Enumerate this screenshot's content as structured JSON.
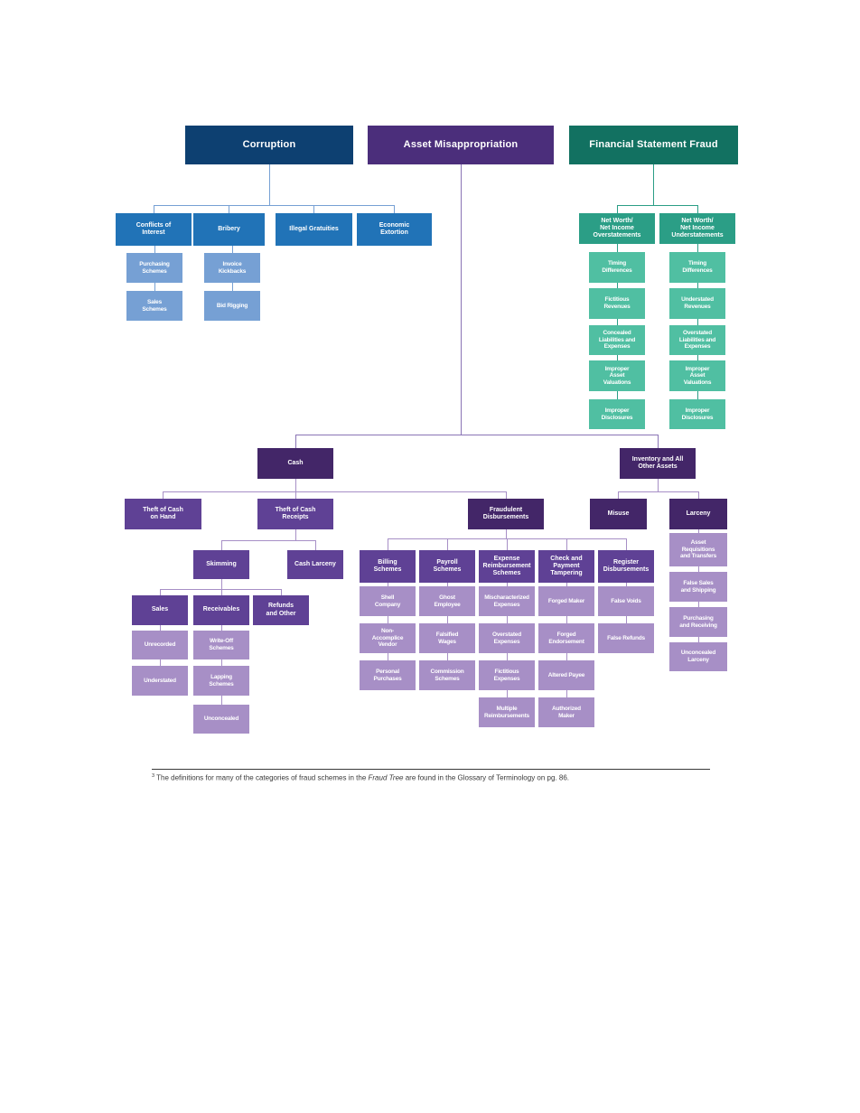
{
  "palette": {
    "corruption_header": "#0d4071",
    "corruption_level2_blue": "#2173b7",
    "corruption_level3_blue": "#76a0d4",
    "asset_misappropriation_header": "#4b2e7b",
    "purple_dark": "#432668",
    "purple_mid": "#5f4195",
    "purple_light": "#a78fc6",
    "financial_statement_fraud_header": "#127161",
    "teal_mid": "#2b9e86",
    "teal_light": "#50bfa2",
    "connector_blue": "#76a0d4",
    "connector_teal": "#2b9e86",
    "connector_purple_light": "#a78fc6",
    "connector_purple_main": "#8a74b5",
    "footnote_text": "#3a3a3a"
  },
  "tree": {
    "corruption": {
      "label": "Corruption",
      "children": [
        {
          "label": "Conflicts of\nInterest",
          "children": [
            {
              "label": "Purchasing\nSchemes"
            },
            {
              "label": "Sales\nSchemes"
            }
          ]
        },
        {
          "label": "Bribery",
          "children": [
            {
              "label": "Invoice\nKickbacks"
            },
            {
              "label": "Bid Rigging"
            }
          ]
        },
        {
          "label": "Illegal Gratuities"
        },
        {
          "label": "Economic\nExtortion"
        }
      ]
    },
    "asset_misappropriation": {
      "label": "Asset Misappropriation",
      "children": [
        {
          "label": "Cash",
          "children": [
            {
              "label": "Theft of Cash\non Hand"
            },
            {
              "label": "Theft of Cash\nReceipts",
              "children": [
                {
                  "label": "Skimming",
                  "children": [
                    {
                      "label": "Sales",
                      "children": [
                        {
                          "label": "Unrecorded"
                        },
                        {
                          "label": "Understated"
                        }
                      ]
                    },
                    {
                      "label": "Receivables",
                      "children": [
                        {
                          "label": "Write-Off\nSchemes"
                        },
                        {
                          "label": "Lapping\nSchemes"
                        },
                        {
                          "label": "Unconcealed"
                        }
                      ]
                    },
                    {
                      "label": "Refunds\nand Other"
                    }
                  ]
                },
                {
                  "label": "Cash Larceny"
                }
              ]
            },
            {
              "label": "Fraudulent\nDisbursements",
              "children": [
                {
                  "label": "Billing\nSchemes",
                  "children": [
                    {
                      "label": "Shell\nCompany"
                    },
                    {
                      "label": "Non-\nAccomplice\nVendor"
                    },
                    {
                      "label": "Personal\nPurchases"
                    }
                  ]
                },
                {
                  "label": "Payroll\nSchemes",
                  "children": [
                    {
                      "label": "Ghost\nEmployee"
                    },
                    {
                      "label": "Falsified\nWages"
                    },
                    {
                      "label": "Commission\nSchemes"
                    }
                  ]
                },
                {
                  "label": "Expense\nReimbursement\nSchemes",
                  "children": [
                    {
                      "label": "Mischaracterized\nExpenses"
                    },
                    {
                      "label": "Overstated\nExpenses"
                    },
                    {
                      "label": "Fictitious\nExpenses"
                    },
                    {
                      "label": "Multiple\nReimbursements"
                    }
                  ]
                },
                {
                  "label": "Check and\nPayment\nTampering",
                  "children": [
                    {
                      "label": "Forged Maker"
                    },
                    {
                      "label": "Forged\nEndorsement"
                    },
                    {
                      "label": "Altered Payee"
                    },
                    {
                      "label": "Authorized\nMaker"
                    }
                  ]
                },
                {
                  "label": "Register\nDisbursements",
                  "children": [
                    {
                      "label": "False Voids"
                    },
                    {
                      "label": "False Refunds"
                    }
                  ]
                }
              ]
            }
          ]
        },
        {
          "label": "Inventory and All\nOther Assets",
          "children": [
            {
              "label": "Misuse"
            },
            {
              "label": "Larceny",
              "children": [
                {
                  "label": "Asset\nRequisitions\nand Transfers"
                },
                {
                  "label": "False Sales\nand Shipping"
                },
                {
                  "label": "Purchasing\nand Receiving"
                },
                {
                  "label": "Unconcealed\nLarceny"
                }
              ]
            }
          ]
        }
      ]
    },
    "financial_statement_fraud": {
      "label": "Financial Statement Fraud",
      "children": [
        {
          "label": "Net Worth/\nNet Income\nOverstatements",
          "children": [
            {
              "label": "Timing\nDifferences"
            },
            {
              "label": "Fictitious\nRevenues"
            },
            {
              "label": "Concealed\nLiabilities and\nExpenses"
            },
            {
              "label": "Improper\nAsset\nValuations"
            },
            {
              "label": "Improper\nDisclosures"
            }
          ]
        },
        {
          "label": "Net Worth/\nNet Income\nUnderstatements",
          "children": [
            {
              "label": "Timing\nDifferences"
            },
            {
              "label": "Understated\nRevenues"
            },
            {
              "label": "Overstated\nLiabilities and\nExpenses"
            },
            {
              "label": "Improper\nAsset\nValuations"
            },
            {
              "label": "Improper\nDisclosures"
            }
          ]
        }
      ]
    }
  },
  "footnote": {
    "marker": "3",
    "before": " The definitions for many of the categories of fraud schemes in the ",
    "italic": "Fraud Tree",
    "after": " are found in the Glossary of Terminology on pg. 86."
  }
}
